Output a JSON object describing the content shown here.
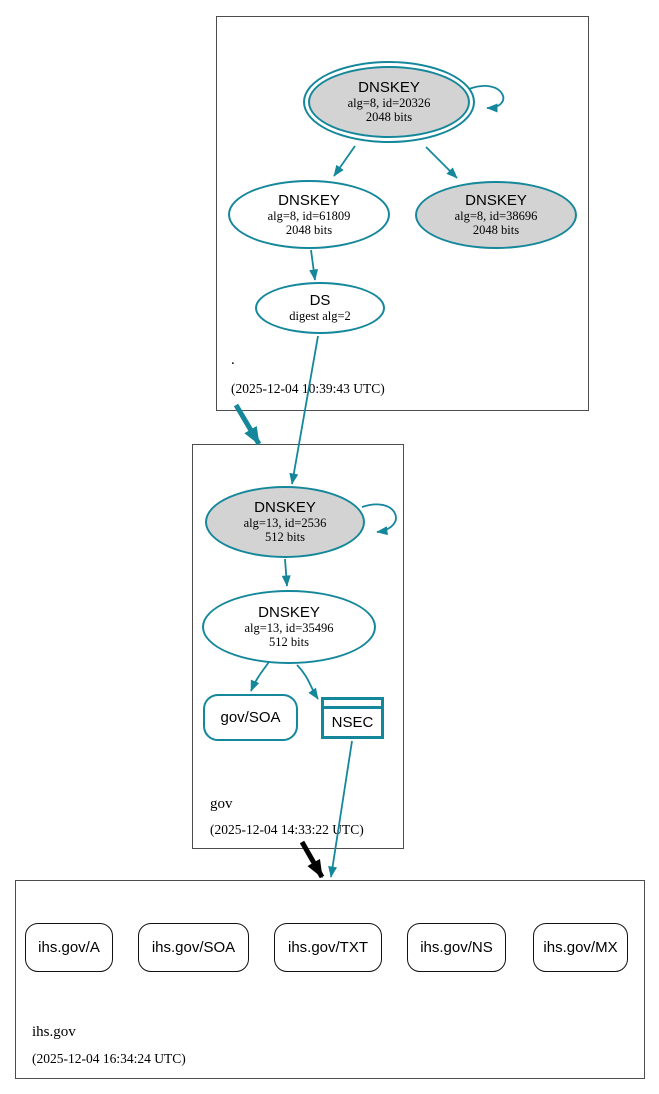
{
  "colors": {
    "secure_teal": "#15879b",
    "insecure_black": "#000000",
    "ksk_fill_gray": "#d3d3d3",
    "zone_box_border_gray": "#4d4d4d"
  },
  "zones": [
    {
      "name": ".",
      "timestamp": "(2025-12-04 10:39:43 UTC)",
      "nodes": {
        "ksk": {
          "title": "DNSKEY",
          "detail1": "alg=8, id=20326",
          "detail2": "2048 bits"
        },
        "zsk": {
          "title": "DNSKEY",
          "detail1": "alg=8, id=61809",
          "detail2": "2048 bits"
        },
        "key2": {
          "title": "DNSKEY",
          "detail1": "alg=8, id=38696",
          "detail2": "2048 bits"
        },
        "ds": {
          "title": "DS",
          "detail1": "digest alg=2"
        }
      }
    },
    {
      "name": "gov",
      "timestamp": "(2025-12-04 14:33:22 UTC)",
      "nodes": {
        "ksk": {
          "title": "DNSKEY",
          "detail1": "alg=13, id=2536",
          "detail2": "512 bits"
        },
        "zsk": {
          "title": "DNSKEY",
          "detail1": "alg=13, id=35496",
          "detail2": "512 bits"
        },
        "soa": {
          "label": "gov/SOA"
        },
        "nsec": {
          "label": "NSEC"
        }
      }
    },
    {
      "name": "ihs.gov",
      "timestamp": "(2025-12-04 16:34:24 UTC)",
      "rrsets": [
        {
          "label": "ihs.gov/A"
        },
        {
          "label": "ihs.gov/SOA"
        },
        {
          "label": "ihs.gov/TXT"
        },
        {
          "label": "ihs.gov/NS"
        },
        {
          "label": "ihs.gov/MX"
        }
      ]
    }
  ]
}
